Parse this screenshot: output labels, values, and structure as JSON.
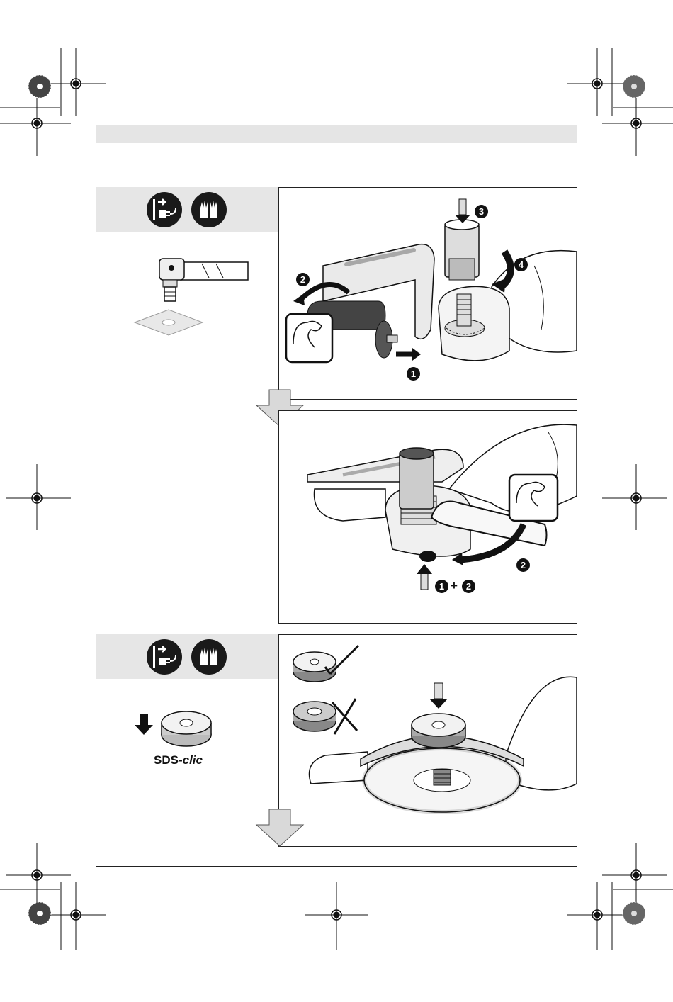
{
  "page": {
    "header_text": "",
    "footer_text": ""
  },
  "icons": {
    "unplug": "unplug-power-icon",
    "gloves": "wear-gloves-icon",
    "strength": "strength-arm-icon",
    "registration_mark": "crosshair-registration-icon",
    "color_wheel": "color-calibration-wheel-icon",
    "step_arrow": "next-step-arrow-icon"
  },
  "step1": {
    "callouts": {
      "one": "1",
      "two": "2",
      "three": "3",
      "four": "4"
    }
  },
  "step2": {
    "callouts": {
      "one": "1",
      "plus": "+",
      "two": "2",
      "two_b": "2"
    }
  },
  "step3": {
    "sds_main": "SDS-",
    "sds_sub": "clic"
  },
  "colors": {
    "ink": "#1a1a1a",
    "panel_gray": "#e6e6e6",
    "arrow_gray": "#d9d9d9"
  }
}
